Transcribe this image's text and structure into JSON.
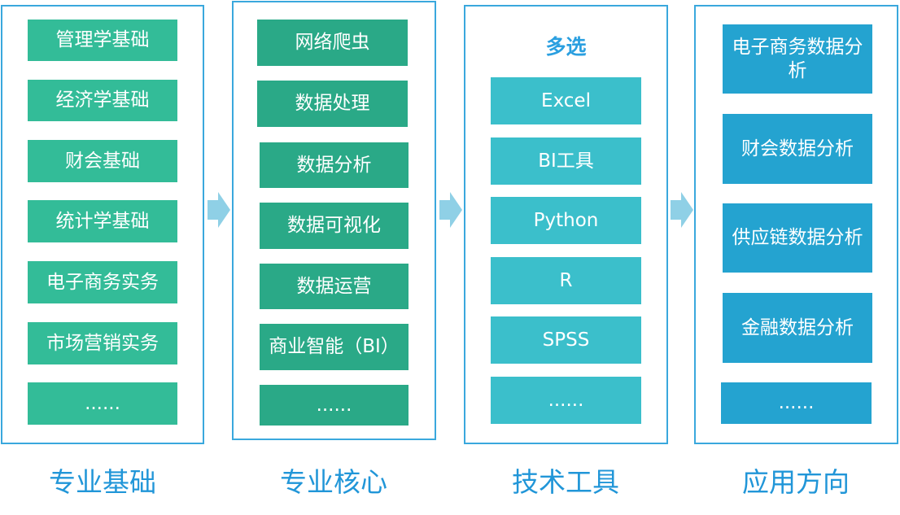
{
  "columns": [
    {
      "title": "专业基础",
      "items": [
        "管理学基础",
        "经济学基础",
        "财会基础",
        "统计学基础",
        "电子商务实务",
        "市场营销实务",
        "......"
      ]
    },
    {
      "title": "专业核心",
      "items": [
        "网络爬虫",
        "数据处理",
        "数据分析",
        "数据可视化",
        "数据运营",
        "商业智能（BI）",
        "......"
      ]
    },
    {
      "title": "技术工具",
      "header": "多选",
      "items": [
        "Excel",
        "BI工具",
        "Python",
        "R",
        "SPSS",
        "......"
      ]
    },
    {
      "title": "应用方向",
      "items": [
        "电子商务数据分析",
        "财会数据分析",
        "供应链数据分析",
        "金融数据分析",
        "......"
      ]
    }
  ],
  "colors": {
    "frame": "#3aa8dd",
    "col1_box": "#33bc98",
    "col2_box": "#2aa987",
    "col3_box": "#3bbfcb",
    "col4_box": "#24a3d0",
    "title": "#2196d8",
    "arrow": "#8fd0e6"
  }
}
